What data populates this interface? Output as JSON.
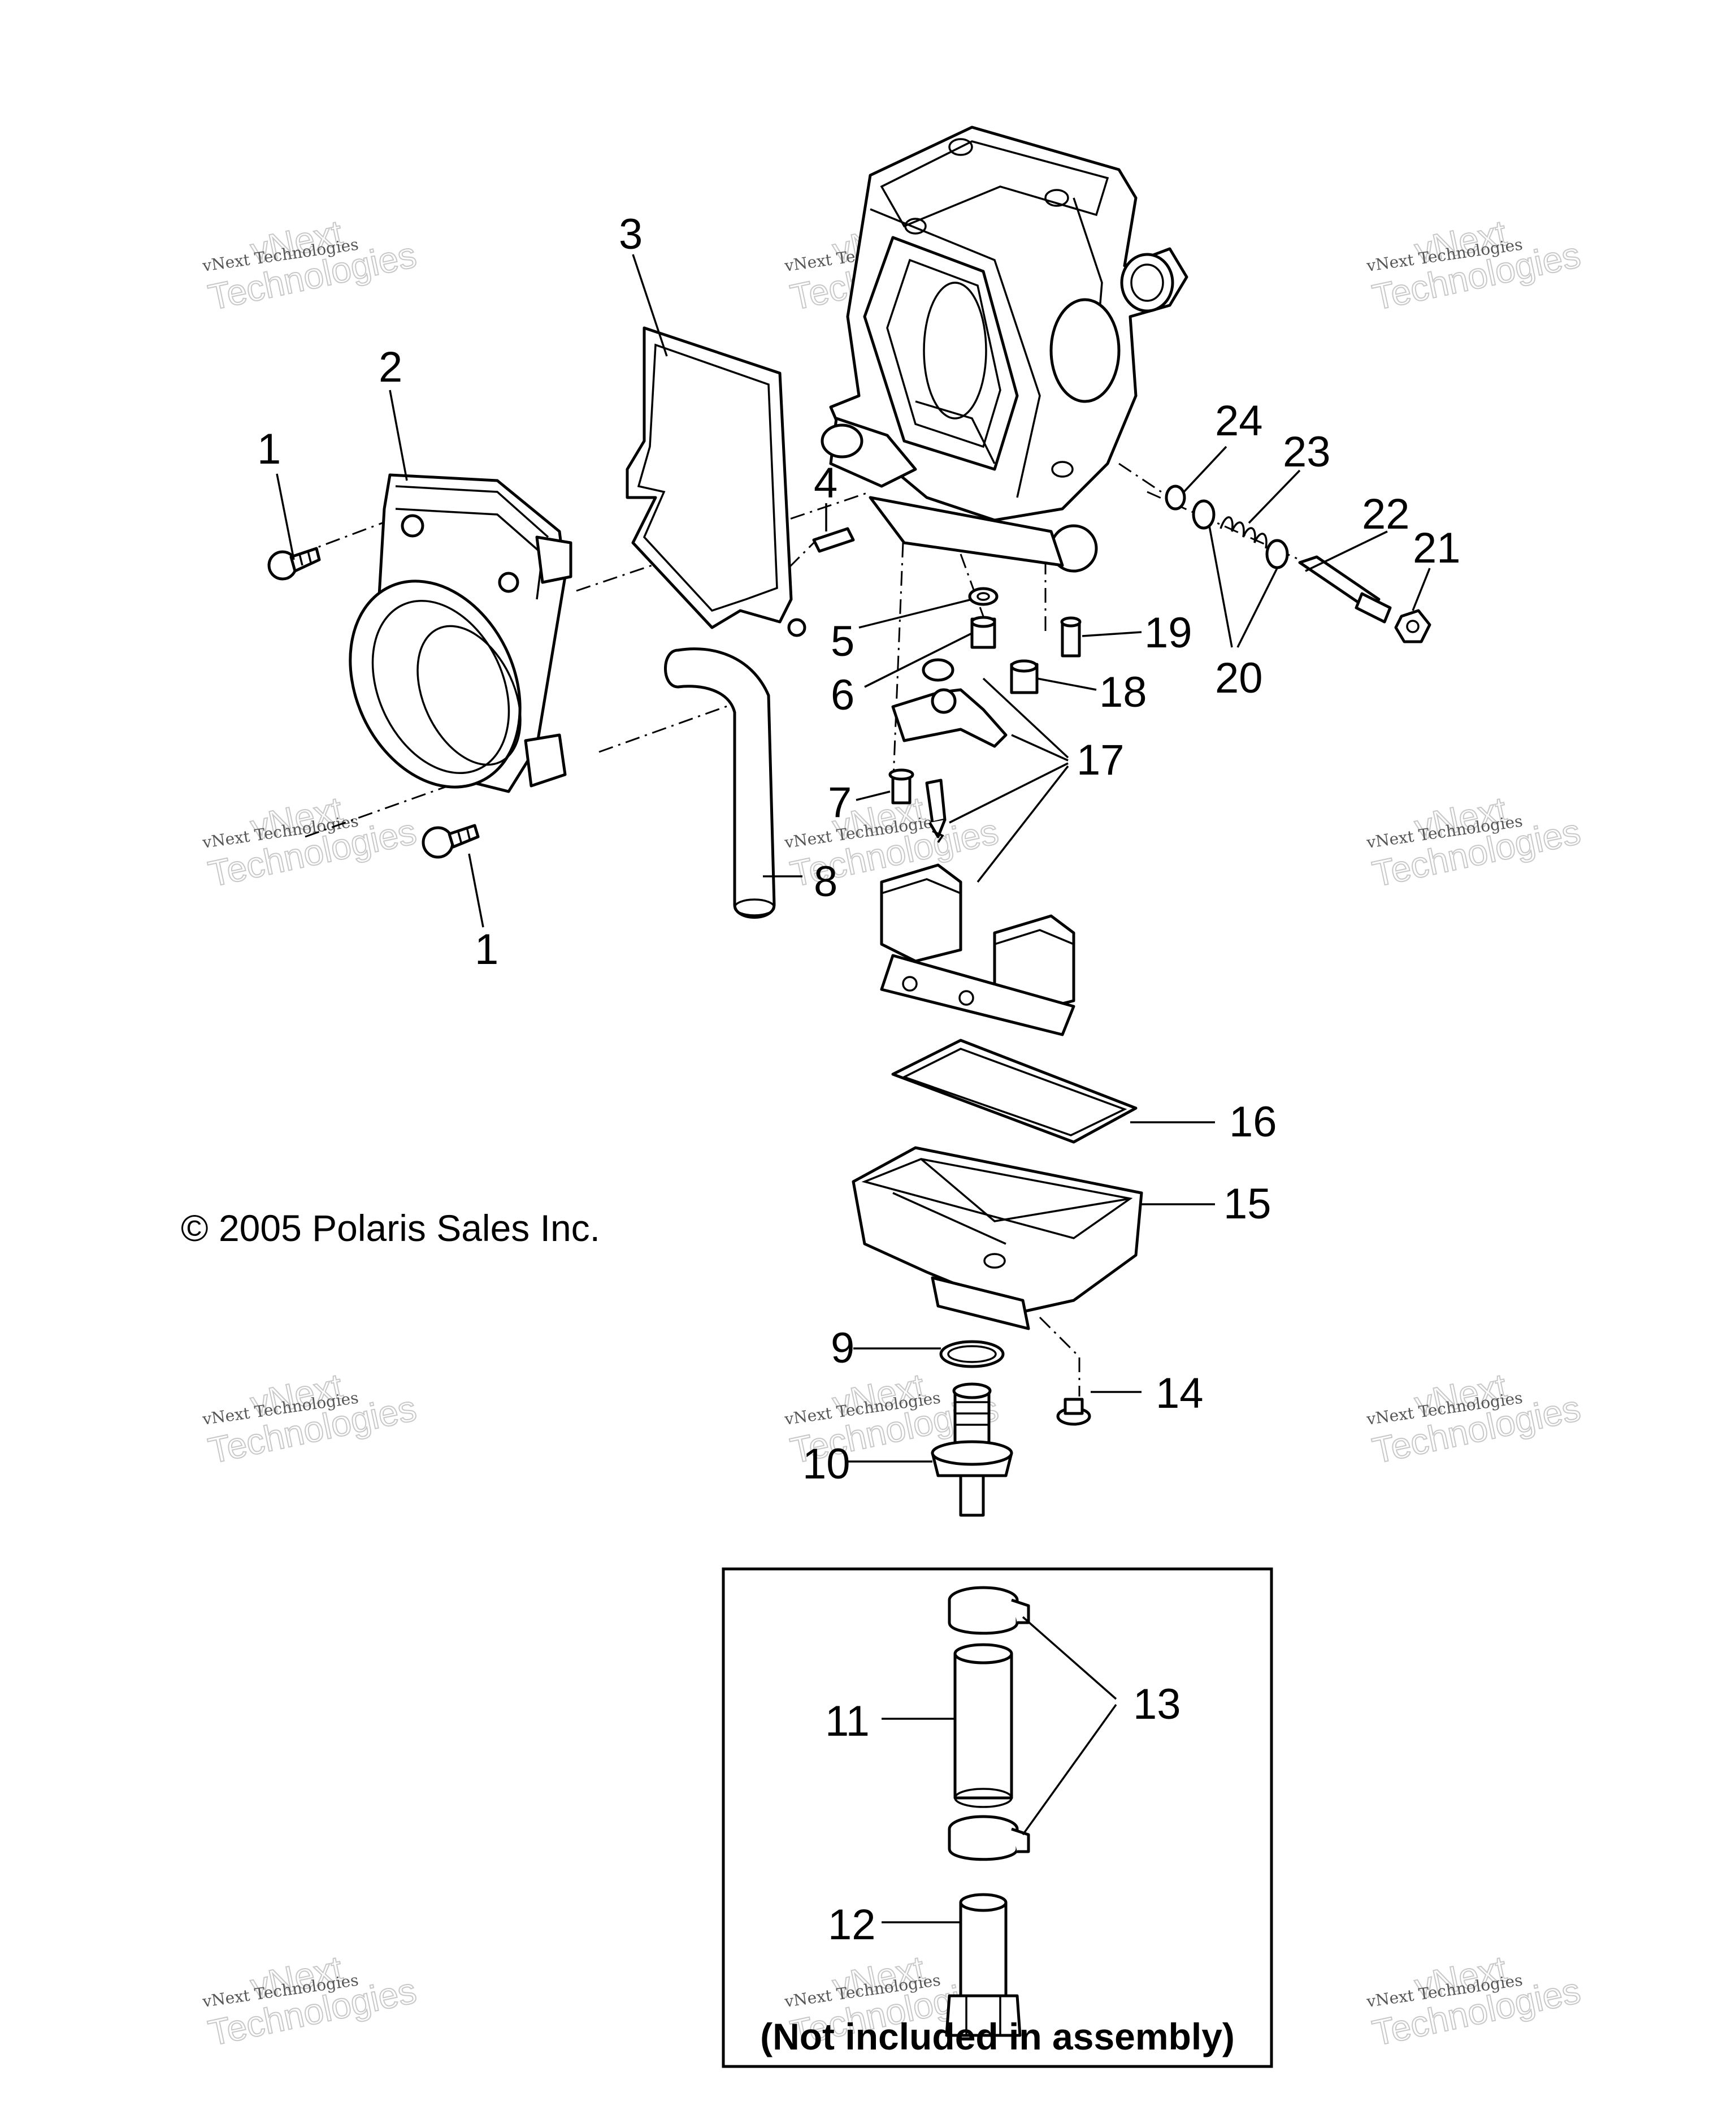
{
  "diagram": {
    "copyright": "© 2005 Polaris Sales Inc.",
    "box_note": "(Not included in assembly)",
    "watermark": {
      "line1": "vNext Technologies",
      "line2a": "vNext",
      "line2b": "Technologies"
    },
    "callouts": [
      "1",
      "1",
      "2",
      "3",
      "4",
      "5",
      "6",
      "7",
      "8",
      "9",
      "10",
      "11",
      "12",
      "13",
      "14",
      "15",
      "16",
      "17",
      "18",
      "19",
      "20",
      "21",
      "22",
      "23",
      "24"
    ]
  }
}
